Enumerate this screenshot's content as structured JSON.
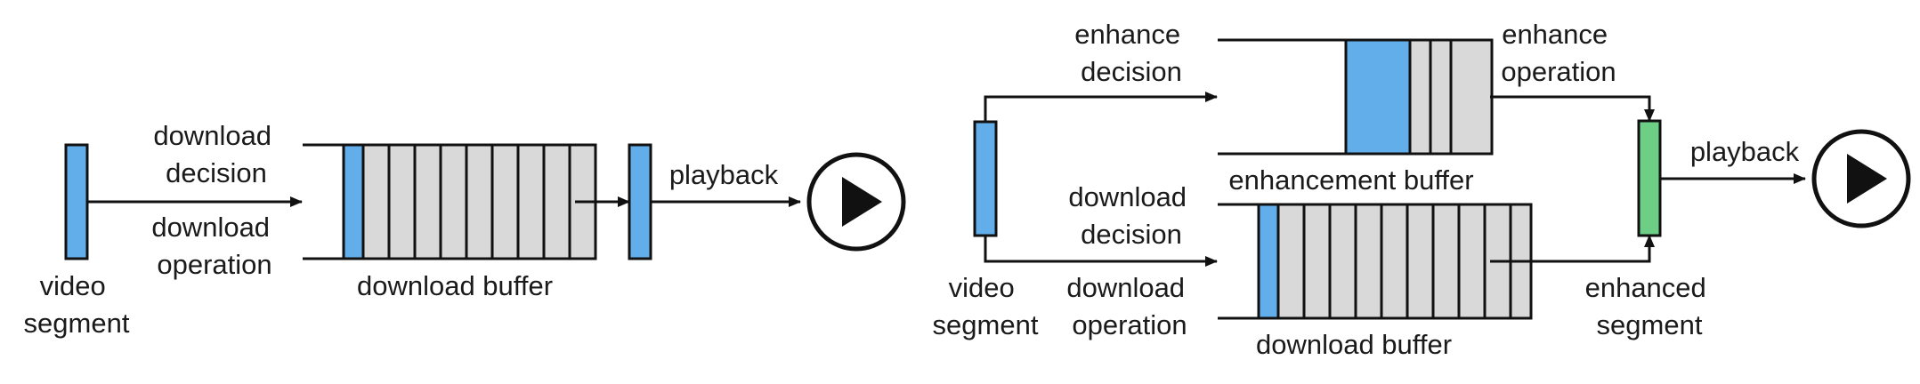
{
  "left_panel": {
    "segment_label": [
      "video",
      "segment"
    ],
    "decision_label": [
      "download",
      "decision"
    ],
    "operation_label": [
      "download",
      "operation"
    ],
    "buffer_label": "download buffer",
    "playback_label": "playback"
  },
  "right_panel": {
    "segment_label": [
      "video",
      "segment"
    ],
    "enhance_decision_label": [
      "enhance",
      "decision"
    ],
    "enhance_operation_label": [
      "enhance",
      "operation"
    ],
    "enhancement_buffer_label": "enhancement buffer",
    "download_decision_label": [
      "download",
      "decision"
    ],
    "download_operation_label": [
      "download",
      "operation"
    ],
    "download_buffer_label": "download buffer",
    "enhanced_segment_label": [
      "enhanced",
      "segment"
    ],
    "playback_label": "playback"
  },
  "colors": {
    "blue_segment": "#62aeea",
    "green_segment": "#6dcf86",
    "buffer_cell": "#d9d9d9",
    "stroke": "#111111"
  },
  "icons": [
    "play-icon",
    "play-icon"
  ]
}
